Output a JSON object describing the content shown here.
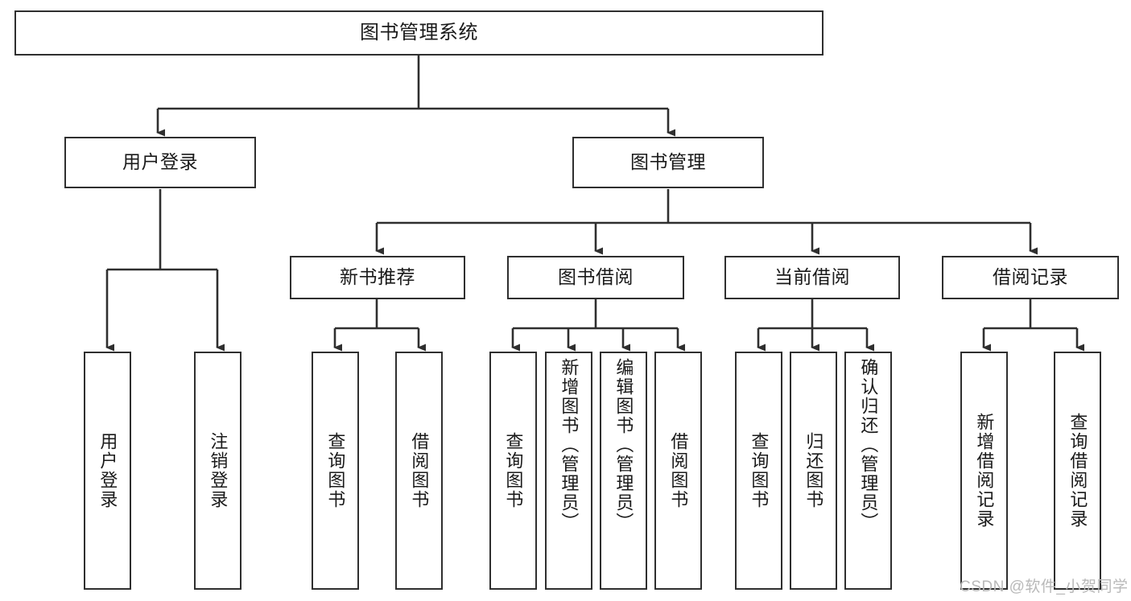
{
  "diagram": {
    "title": "图书管理系统",
    "type": "tree-hierarchy-diagram",
    "root": {
      "id": "root",
      "label": "图书管理系统"
    },
    "level2": [
      {
        "id": "user-login",
        "label": "用户登录"
      },
      {
        "id": "book-management",
        "label": "图书管理"
      }
    ],
    "level3": [
      {
        "id": "new-book-recommend",
        "label": "新书推荐",
        "parent": "book-management"
      },
      {
        "id": "book-borrow",
        "label": "图书借阅",
        "parent": "book-management"
      },
      {
        "id": "current-borrow",
        "label": "当前借阅",
        "parent": "book-management"
      },
      {
        "id": "borrow-record",
        "label": "借阅记录",
        "parent": "book-management"
      }
    ],
    "leaves": {
      "user_login": [
        {
          "id": "leaf-user-login",
          "label": "用户登录"
        },
        {
          "id": "leaf-logout-login",
          "label": "注销登录"
        }
      ],
      "new_book_recommend": [
        {
          "id": "leaf-query-book-1",
          "label": "查询图书"
        },
        {
          "id": "leaf-borrow-book-1",
          "label": "借阅图书"
        }
      ],
      "book_borrow": [
        {
          "id": "leaf-query-book-2",
          "label": "查询图书"
        },
        {
          "id": "leaf-add-book",
          "label": "新增图书（管理员）"
        },
        {
          "id": "leaf-edit-book",
          "label": "编辑图书（管理员）"
        },
        {
          "id": "leaf-borrow-book-2",
          "label": "借阅图书"
        }
      ],
      "current_borrow": [
        {
          "id": "leaf-query-book-3",
          "label": "查询图书"
        },
        {
          "id": "leaf-return-book",
          "label": "归还图书"
        },
        {
          "id": "leaf-confirm-return",
          "label": "确认归还（管理员）"
        }
      ],
      "borrow_record": [
        {
          "id": "leaf-add-borrow-record",
          "label": "新增借阅记录"
        },
        {
          "id": "leaf-query-borrow-record",
          "label": "查询借阅记录"
        }
      ]
    },
    "colors": {
      "stroke": "#2f2f2f",
      "fill": "#ffffff",
      "text": "#1a1a1a",
      "watermark": "#b9b9b9"
    }
  },
  "watermark": {
    "text": "CSDN @软件_小贺同学"
  }
}
